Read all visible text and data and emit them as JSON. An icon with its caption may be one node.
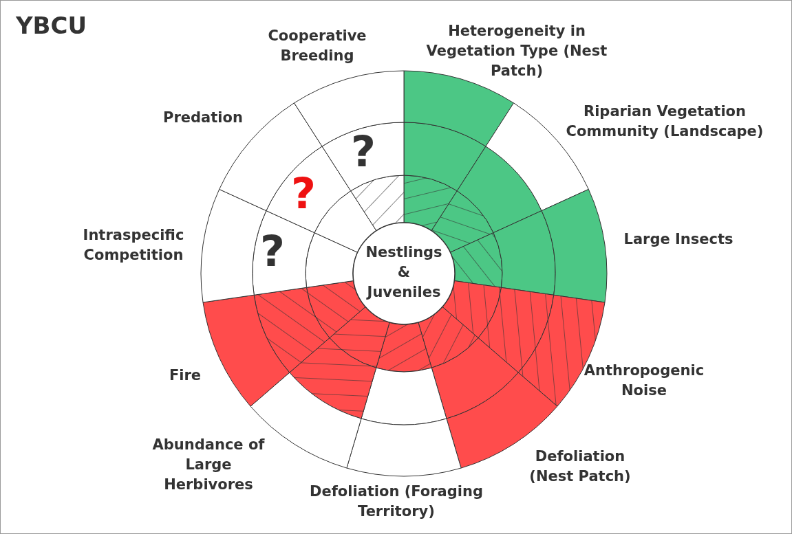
{
  "diagram": {
    "title": "YBCU",
    "nodes": [
      {
        "text": [
          "Nestlings & Juveniles"
        ]
      }
    ],
    "labels": [
      "Heterogeneity in Vegetation Type (Nest Patch)",
      "Riparian Vegetation Community (Landscape)",
      "Large Insects",
      "Anthropogenic Noise",
      "Defoliation (Nest Patch)",
      "Defoliation (Foraging Territory)",
      "Abundance of Large Herbivores",
      "Fire",
      "Intraspecific Competition",
      "Predation",
      "Cooperative Breeding",
      "?",
      "?",
      "?"
    ]
  }
}
